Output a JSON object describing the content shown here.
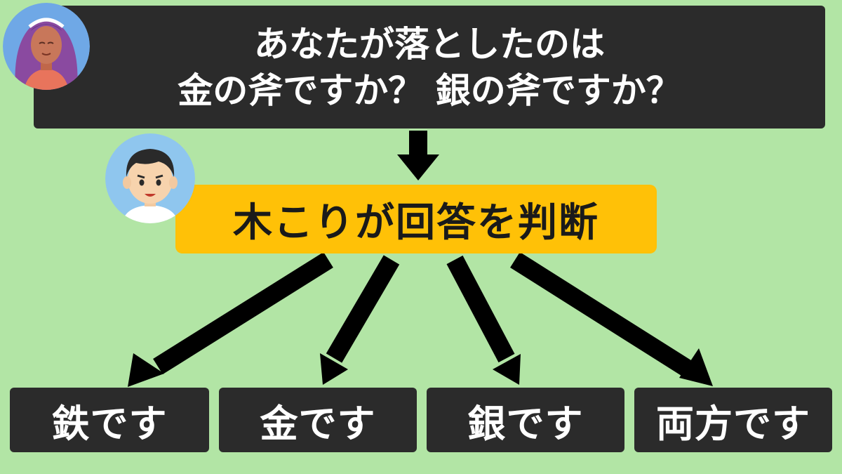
{
  "question": {
    "line1": "あなたが落としたのは",
    "line2": "金の斧ですか？ 銀の斧ですか？"
  },
  "decision": {
    "label": "木こりが回答を判断"
  },
  "answers": [
    {
      "label": "鉄です"
    },
    {
      "label": "金です"
    },
    {
      "label": "銀です"
    },
    {
      "label": "両方です"
    }
  ],
  "colors": {
    "background": "#b2e5a5",
    "box_dark": "#2b2b2b",
    "box_highlight": "#ffc107",
    "arrow": "#000000"
  },
  "icons": {
    "goddess": "goddess-avatar-icon",
    "woodcutter": "woodcutter-avatar-icon"
  }
}
